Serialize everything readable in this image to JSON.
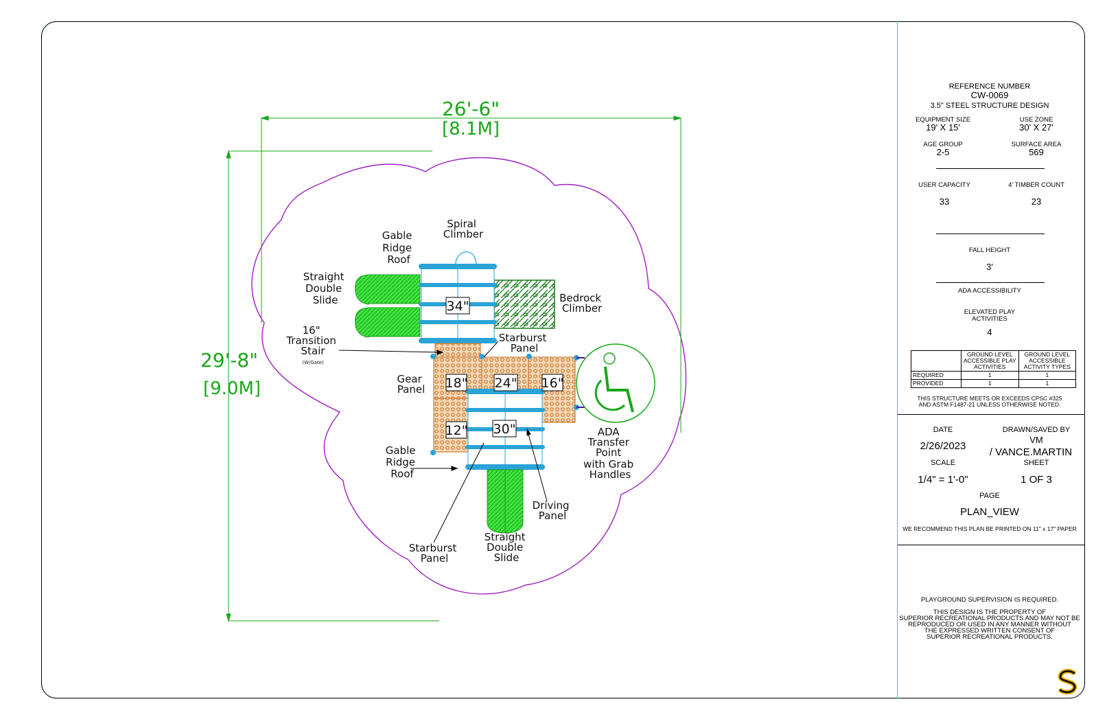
{
  "dimensions": {
    "width_ft": "26'-6\"",
    "width_m": "[8.1M]",
    "depth_ft": "29'-8\"",
    "depth_m": "[9.0M]"
  },
  "deck_heights": {
    "d34": "34\"",
    "d18": "18\"",
    "d24": "24\"",
    "d16": "16\"",
    "d12": "12\"",
    "d30": "30\""
  },
  "callouts": {
    "gable_roof_top": [
      "Gable",
      "Ridge",
      "Roof"
    ],
    "spiral_climber": [
      "Spiral",
      "Climber"
    ],
    "straight_slide_top": [
      "Straight",
      "Double",
      "Slide"
    ],
    "bedrock_climber": [
      "Bedrock",
      "Climber"
    ],
    "transition_stair": [
      "16\"",
      "Transition",
      "Stair"
    ],
    "transition_stair_note": "(W/Gate)",
    "starburst_top": [
      "Starburst",
      "Panel"
    ],
    "gear_panel": [
      "Gear",
      "Panel"
    ],
    "ada_transfer": [
      "ADA",
      "Transfer",
      "Point",
      "with Grab",
      "Handles"
    ],
    "gable_roof_bottom": [
      "Gable",
      "Ridge",
      "Roof"
    ],
    "driving_panel": [
      "Driving",
      "Panel"
    ],
    "starburst_bottom": [
      "Starburst",
      "Panel"
    ],
    "straight_slide_bottom": [
      "Straight",
      "Double",
      "Slide"
    ]
  },
  "colors": {
    "use_zone": "#a020c0",
    "dimension": "#19a719",
    "deck": "#2aa3d6",
    "slide": "#2ed12e",
    "panel": "#e8a040",
    "border": "#37c4c4"
  },
  "title_block": {
    "ref_label": "REFERENCE NUMBER",
    "ref_value": "CW-0069",
    "design": "3.5\" STEEL STRUCTURE DESIGN",
    "equip_size_label": "EQUIPMENT SIZE",
    "equip_size": "19' X 15'",
    "use_zone_label": "USE ZONE",
    "use_zone": "30' X 27'",
    "age_group_label": "AGE GROUP",
    "age_group": "2-5",
    "surface_area_label": "SURFACE AREA",
    "surface_area": "569",
    "user_capacity_label": "USER CAPACITY",
    "user_capacity": "33",
    "timber_label": "4' TIMBER COUNT",
    "timber": "23",
    "fall_height_label": "FALL HEIGHT",
    "fall_height": "3'",
    "ada_label": "ADA ACCESSIBILITY",
    "elevated_label": "ELEVATED PLAY ACTIVITIES",
    "elevated": "4",
    "ada_table": {
      "headers": [
        "GROUND LEVEL ACCESSIBLE PLAY ACTIVITIES",
        "GROUND LEVEL ACCESSIBLE ACTIVITY TYPES"
      ],
      "rows": [
        {
          "label": "REQUIRED",
          "a": "1",
          "b": "1"
        },
        {
          "label": "PROVIDED",
          "a": "1",
          "b": "1"
        }
      ]
    },
    "standards": "THIS STRUCTURE MEETS OR EXCEEDS CPSC #325 AND ASTM F1487-21 UNLESS OTHERWISE NOTED.",
    "date_label": "DATE",
    "date": "2/26/2023",
    "drawn_label": "DRAWN/SAVED BY",
    "drawn_1": "VM",
    "drawn_2": "/ VANCE.MARTIN",
    "scale_label": "SCALE",
    "scale": "1/4\" = 1'-0\"",
    "sheet_label": "SHEET",
    "sheet": "1 OF 3",
    "page_label": "PAGE",
    "page": "PLAN_VIEW",
    "print_note": "WE RECOMMEND THIS PLAN BE PRINTED ON 11\" x 17\" PAPER",
    "supervision": "PLAYGROUND SUPERVISION IS REQUIRED.",
    "property_1": "THIS DESIGN IS THE PROPERTY OF",
    "property_2": "SUPERIOR RECREATIONAL PRODUCTS AND MAY NOT BE",
    "property_3": "REPRODUCED OR USED IN ANY MANNER WITHOUT",
    "property_4": "THE EXPRESSED WRITTEN CONSENT OF",
    "property_5": "SUPERIOR RECREATIONAL PRODUCTS.",
    "logo_letter": "S"
  }
}
